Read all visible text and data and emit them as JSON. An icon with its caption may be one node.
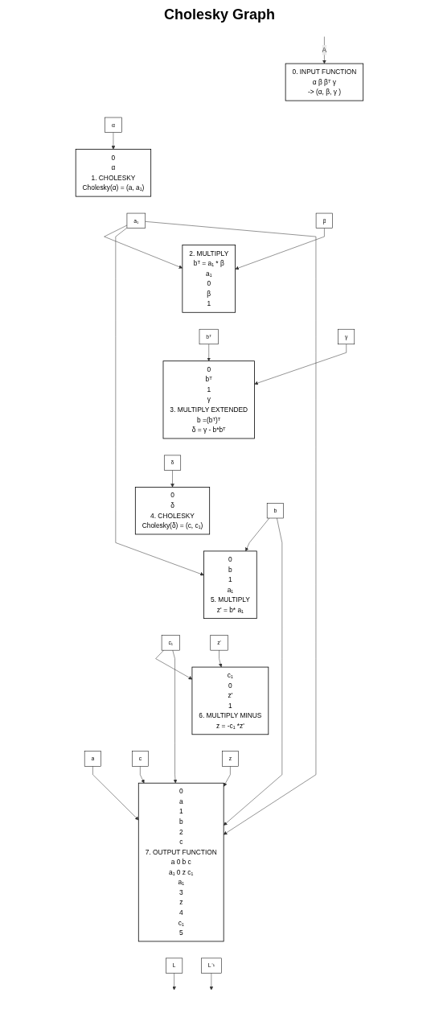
{
  "diagram": {
    "title": "Cholesky Graph",
    "nodes": [
      {
        "text": [
          "0. INPUT FUNCTION",
          "α β βᵀ γ",
          "-> (α, β, γ )"
        ]
      },
      {
        "text": [
          "α"
        ]
      },
      {
        "text": [
          "β"
        ]
      },
      {
        "text": [
          "γ"
        ]
      },
      {
        "text": [
          "0",
          "α",
          "1. CHOLESKY",
          "Cholesky(α) = (a, a₁)"
        ]
      },
      {
        "text": [
          "a"
        ]
      },
      {
        "text": [
          "a₁"
        ]
      },
      {
        "text": [
          "2. MULTIPLY",
          "bᵀ = a₁ * β",
          "a₁",
          "0",
          "β",
          "1"
        ]
      },
      {
        "text": [
          "bᵀ"
        ]
      },
      {
        "text": [
          "0",
          "bᵀ",
          "1",
          "γ",
          "3. MULTIPLY EXTENDED",
          "b =(bᵀ)ᵀ",
          "δ = γ - b*bᵀ"
        ]
      },
      {
        "text": [
          "δ"
        ]
      },
      {
        "text": [
          "b"
        ]
      },
      {
        "text": [
          "0",
          "δ",
          "4. CHOLESKY",
          "Cholesky(δ) = (c, c₁)"
        ]
      },
      {
        "text": [
          "c"
        ]
      },
      {
        "text": [
          "c₁"
        ]
      },
      {
        "text": [
          "0",
          "b",
          "1",
          "a₁",
          "5. MULTIPLY",
          "z' =  b* a₁"
        ]
      },
      {
        "text": [
          "z'"
        ]
      },
      {
        "text": [
          "c₁",
          "0",
          "z'",
          "1",
          "6. MULTIPLY MINUS",
          "z = -c₁ *z'"
        ]
      },
      {
        "text": [
          "z"
        ]
      },
      {
        "text": [
          "0",
          "a",
          "1",
          "b",
          "2",
          "c",
          "7. OUTPUT FUNCTION",
          "a 0 b c",
          "a₁ 0 z c₁",
          "a₁",
          "3",
          "z",
          "4",
          "c₁",
          "5"
        ]
      },
      {
        "text": [
          "L"
        ]
      },
      {
        "text": [
          "L⁻¹"
        ]
      }
    ],
    "edges": [
      {
        "from": null,
        "to": 0,
        "arrow": "to",
        "label": "A"
      },
      {
        "from": 1,
        "to": 4,
        "arrow": "to"
      },
      {
        "from": 3,
        "to": 9,
        "arrow": "to"
      },
      {
        "from": 2,
        "to": 7,
        "arrow": "to"
      },
      {
        "from": 6,
        "to": 7,
        "arrow": "to"
      },
      {
        "from": 5,
        "to": 19,
        "arrow": "to"
      },
      {
        "from": 6,
        "to": 15,
        "arrow": "to"
      },
      {
        "from": 6,
        "to": 19,
        "arrow": "to"
      },
      {
        "from": 8,
        "to": 9,
        "arrow": "to"
      },
      {
        "from": 10,
        "to": 12,
        "arrow": "to"
      },
      {
        "from": 11,
        "to": 15,
        "arrow": "to"
      },
      {
        "from": 11,
        "to": 19,
        "arrow": "to"
      },
      {
        "from": 14,
        "to": 17,
        "arrow": "to"
      },
      {
        "from": 13,
        "to": 19,
        "arrow": "to"
      },
      {
        "from": 14,
        "to": 19,
        "arrow": "to"
      },
      {
        "from": 16,
        "to": 17,
        "arrow": "to"
      },
      {
        "from": 18,
        "to": 19,
        "arrow": "to"
      },
      {
        "from": 20,
        "to": null,
        "arrow": "to"
      },
      {
        "from": 21,
        "to": null,
        "arrow": "to"
      }
    ]
  }
}
